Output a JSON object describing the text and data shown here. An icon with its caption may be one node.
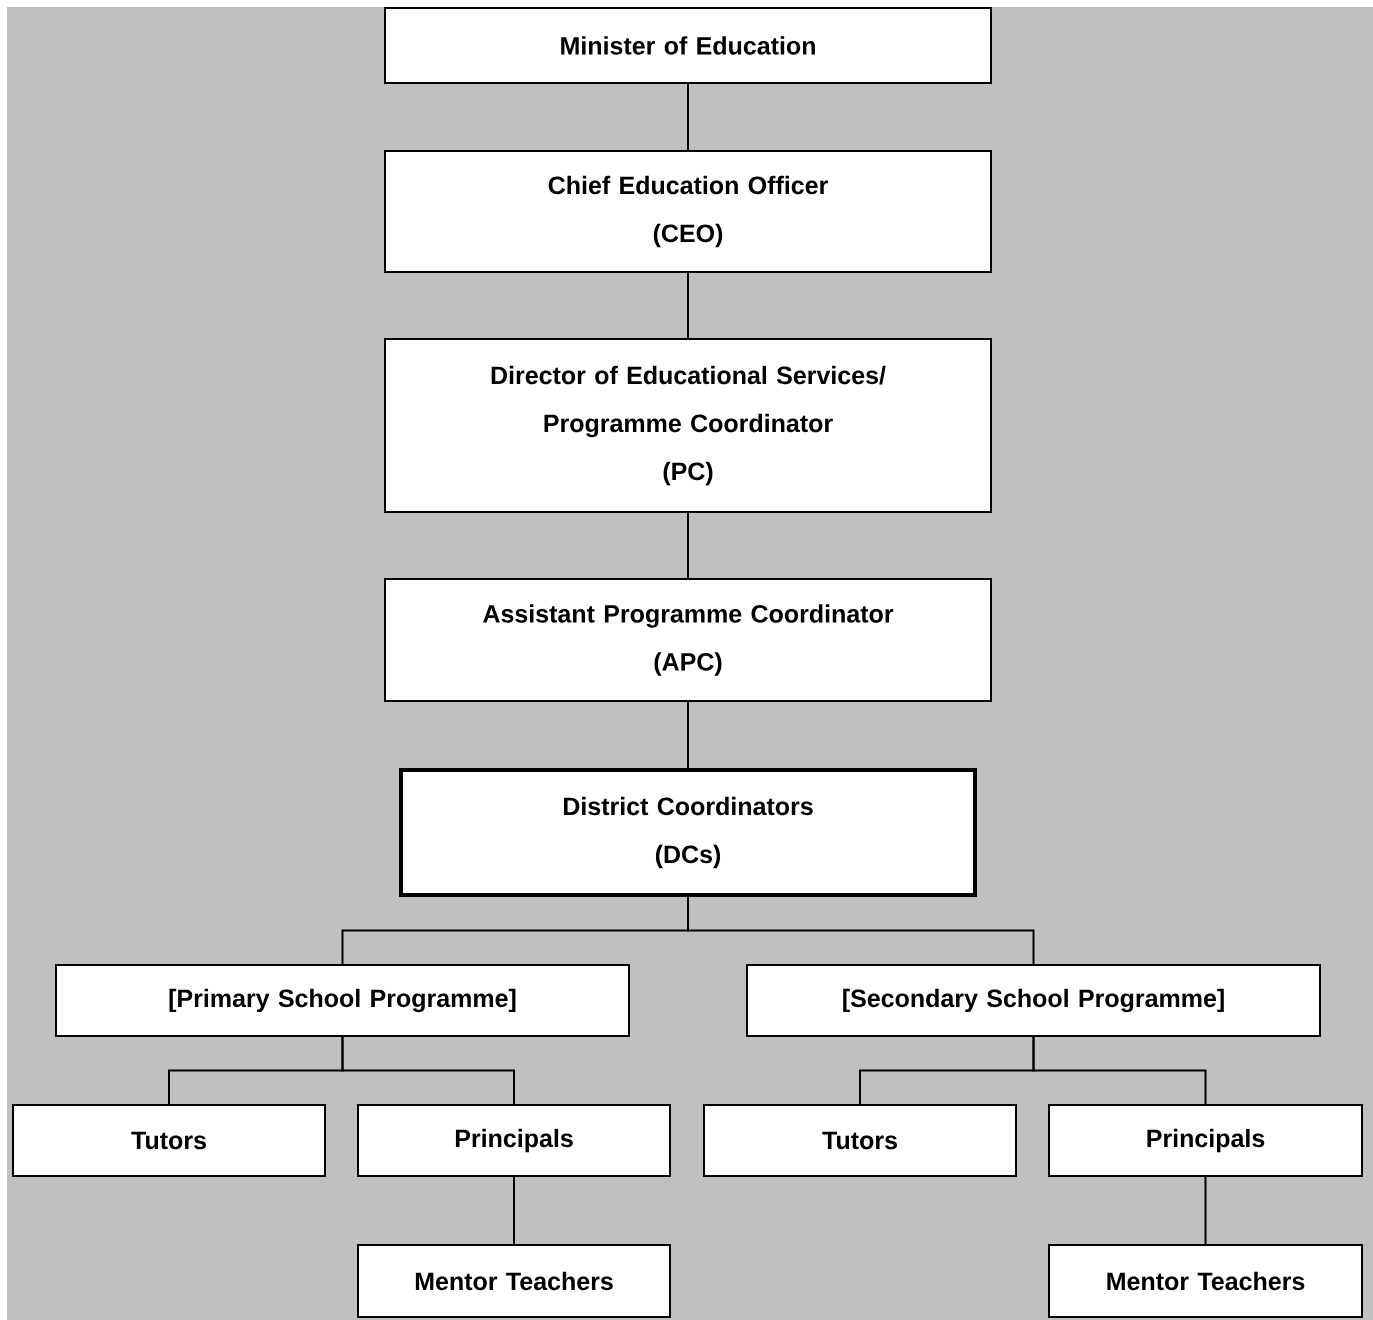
{
  "diagram": {
    "nodes": [
      {
        "text": [
          "Minister of Education"
        ]
      },
      {
        "text": [
          "Chief Education Officer",
          "(CEO)"
        ]
      },
      {
        "text": [
          "Director of Educational Services/ Programme Coordinator",
          "(PC)"
        ]
      },
      {
        "text": [
          "Assistant Programme Coordinator",
          "(APC)"
        ]
      },
      {
        "text": [
          "District Coordinators",
          "(DCs)"
        ]
      },
      {
        "text": [
          "[Primary School Programme]"
        ]
      },
      {
        "text": [
          "[Secondary School Programme]"
        ]
      },
      {
        "text": [
          "Tutors"
        ]
      },
      {
        "text": [
          "Principals"
        ]
      },
      {
        "text": [
          "Tutors"
        ]
      },
      {
        "text": [
          "Principals"
        ]
      },
      {
        "text": [
          "Mentor Teachers"
        ]
      },
      {
        "text": [
          "Mentor Teachers"
        ]
      }
    ],
    "edges": [
      {
        "from": 0,
        "to": 1,
        "arrow": "none"
      },
      {
        "from": 1,
        "to": 2,
        "arrow": "none"
      },
      {
        "from": 2,
        "to": 3,
        "arrow": "none"
      },
      {
        "from": 3,
        "to": 4,
        "arrow": "none"
      },
      {
        "from": 4,
        "to": 5,
        "arrow": "none"
      },
      {
        "from": 4,
        "to": 6,
        "arrow": "none"
      },
      {
        "from": 5,
        "to": 7,
        "arrow": "none"
      },
      {
        "from": 5,
        "to": 8,
        "arrow": "none"
      },
      {
        "from": 6,
        "to": 9,
        "arrow": "none"
      },
      {
        "from": 6,
        "to": 10,
        "arrow": "none"
      },
      {
        "from": 8,
        "to": 11,
        "arrow": "none"
      },
      {
        "from": 10,
        "to": 12,
        "arrow": "none"
      }
    ]
  }
}
